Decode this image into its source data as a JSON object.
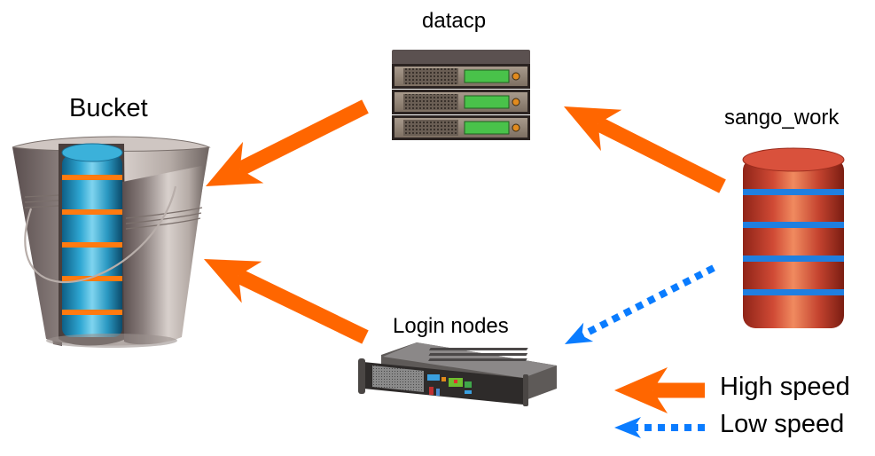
{
  "nodes": {
    "datacp": {
      "label": "datacp",
      "icon": "rack-server-stack-icon"
    },
    "bucket": {
      "label": "Bucket",
      "icon": "bucket-with-database-icon"
    },
    "sango_work": {
      "label": "sango_work",
      "icon": "database-cylinder-icon"
    },
    "login_nodes": {
      "label": "Login nodes",
      "icon": "rackmount-server-icon"
    }
  },
  "edges": [
    {
      "from": "datacp",
      "to": "bucket",
      "type": "high"
    },
    {
      "from": "login_nodes",
      "to": "bucket",
      "type": "high"
    },
    {
      "from": "sango_work",
      "to": "datacp",
      "type": "high"
    },
    {
      "from": "sango_work",
      "to": "login_nodes",
      "type": "low"
    }
  ],
  "legend": {
    "high": {
      "label": "High speed",
      "style": "solid",
      "color": "#FF6600"
    },
    "low": {
      "label": "Low speed",
      "style": "dotted",
      "color": "#0A7CFF"
    }
  },
  "colors": {
    "high_speed": "#FF6600",
    "low_speed": "#0A7CFF",
    "bucket_db": "#2A9BC4",
    "sango_db": "#C8402E"
  }
}
